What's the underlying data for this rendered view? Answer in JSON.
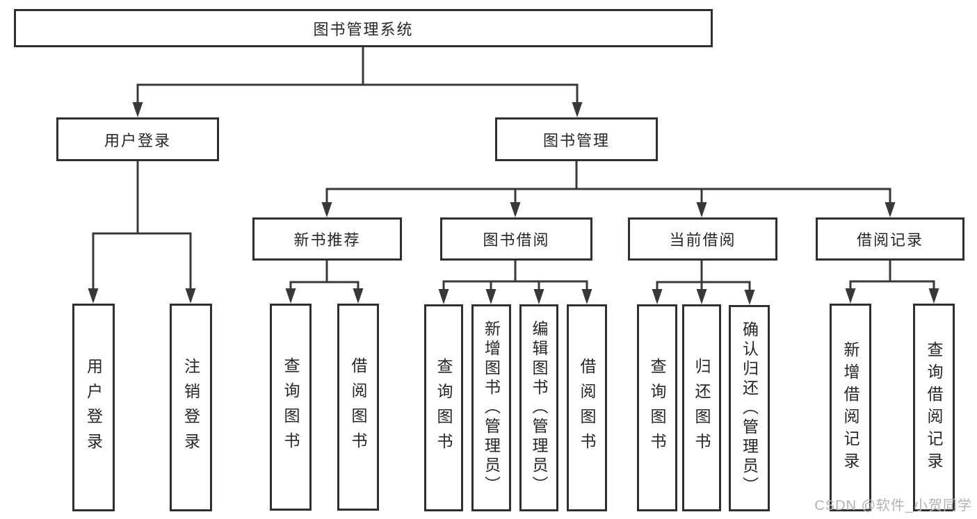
{
  "colors": {
    "line": "#383838",
    "box_border": "#2f2f2f",
    "box_background": "#ffffff",
    "text": "#262626",
    "watermark": "#b3b3b3",
    "page_background": "#ffffff"
  },
  "tree": {
    "root": {
      "label": "图书管理系统"
    },
    "children": [
      {
        "label": "用户登录",
        "children": [
          {
            "label": "用户登录"
          },
          {
            "label": "注销登录"
          }
        ]
      },
      {
        "label": "图书管理",
        "children": [
          {
            "label": "新书推荐",
            "children": [
              {
                "label": "查询图书"
              },
              {
                "label": "借阅图书"
              }
            ]
          },
          {
            "label": "图书借阅",
            "children": [
              {
                "label": "查询图书"
              },
              {
                "label": "新增图书（管理员）"
              },
              {
                "label": "编辑图书（管理员）"
              },
              {
                "label": "借阅图书"
              }
            ]
          },
          {
            "label": "当前借阅",
            "children": [
              {
                "label": "查询图书"
              },
              {
                "label": "归还图书"
              },
              {
                "label": "确认归还（管理员）"
              }
            ]
          },
          {
            "label": "借阅记录",
            "children": [
              {
                "label": "新增借阅记录"
              },
              {
                "label": "查询借阅记录"
              }
            ]
          }
        ]
      }
    ]
  },
  "watermark": "CSDN @软件_小贺同学"
}
